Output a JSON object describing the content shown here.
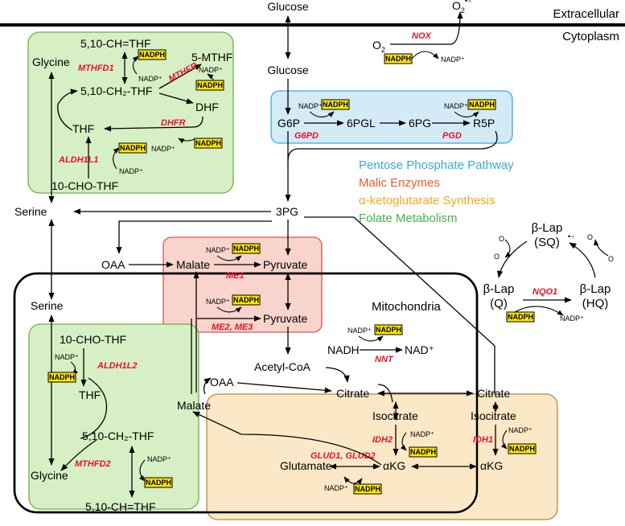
{
  "compartments": {
    "extracellular": "Extracellular",
    "cytoplasm": "Cytoplasm",
    "mitochondria": "Mitochondria"
  },
  "legend": [
    {
      "label": "Pentose Phosphate Pathway",
      "color": "#3aa7dc"
    },
    {
      "label": "Malic Enzymes",
      "color": "#ef5a28"
    },
    {
      "label": "α-ketoglutarate Synthesis",
      "color": "#f4a81d"
    },
    {
      "label": "Folate Metabolism",
      "color": "#44b549"
    }
  ],
  "colors": {
    "folate_fill": "#d7efc4",
    "folate_stroke": "#6fae45",
    "ppp_fill": "#d3ebf6",
    "ppp_stroke": "#3aa7dc",
    "malic_fill": "#f8d4cc",
    "malic_stroke": "#d9534f",
    "akg_fill": "#fbe8c6",
    "akg_stroke": "#b48a3c",
    "nadph_fill": "#ffe600",
    "enzyme_text": "#e8112d"
  },
  "cofactors": {
    "nadph": "NADPH",
    "nadp": "NADP⁺",
    "o2": "O",
    "o2_sub": "2",
    "superoxide_sup": "•−"
  },
  "metabolites": {
    "glucose_out": "Glucose",
    "glucose_in": "Glucose",
    "g6p": "G6P",
    "sixpgl": "6PGL",
    "sixpg": "6PG",
    "r5p": "R5P",
    "threepg": "3PG",
    "serine_cyt": "Serine",
    "glycine_cyt": "Glycine",
    "ch_thf_cyt": "5,10-CH=THF",
    "mthf": "5-MTHF",
    "ch2_thf_cyt": "5,10-CH₂-THF",
    "dhf": "DHF",
    "thf_cyt": "THF",
    "cho_thf_cyt": "10-CHO-THF",
    "oaa_cyt": "OAA",
    "malate_cyt": "Malate",
    "pyruvate_cyt": "Pyruvate",
    "pyruvate_mito": "Pyruvate",
    "serine_mito": "Serine",
    "cho_thf_mito": "10-CHO-THF",
    "thf_mito": "THF",
    "ch2_thf_mito": "5,10-CH₂-THF",
    "glycine_mito": "Glycine",
    "ch_thf_mito": "5,10-CH=THF",
    "nadh": "NADH",
    "nad": "NAD⁺",
    "acetyl_coa": "Acetyl-CoA",
    "oaa_mito": "OAA",
    "malate_mito": "Malate",
    "citrate_mito": "Citrate",
    "citrate_cyt": "Citrate",
    "isocitrate_mito": "Isocitrate",
    "isocitrate_cyt": "Isocitrate",
    "akg_mito": "αKG",
    "akg_cyt": "αKG",
    "glutamate": "Glutamate",
    "blap_sq": "β-Lap",
    "blap_sq_sub": "(SQ)",
    "blap_q": "β-Lap",
    "blap_q_sub": "(Q)",
    "blap_hq": "β-Lap",
    "blap_hq_sub": "(HQ)"
  },
  "enzymes": {
    "nox": "NOX",
    "mthfd1": "MTHFD1",
    "mthfr": "MTHFR",
    "dhfr": "DHFR",
    "aldh1l1": "ALDH1L1",
    "g6pd": "G6PD",
    "pgd": "PGD",
    "me1": "ME1",
    "me2_me3": "ME2, ME3",
    "nnt": "NNT",
    "aldh1l2": "ALDH1L2",
    "mthfd2": "MTHFD2",
    "idh2": "IDH2",
    "idh1": "IDH1",
    "glud": "GLUD1, GLUD2",
    "nqo1": "NQO1"
  }
}
